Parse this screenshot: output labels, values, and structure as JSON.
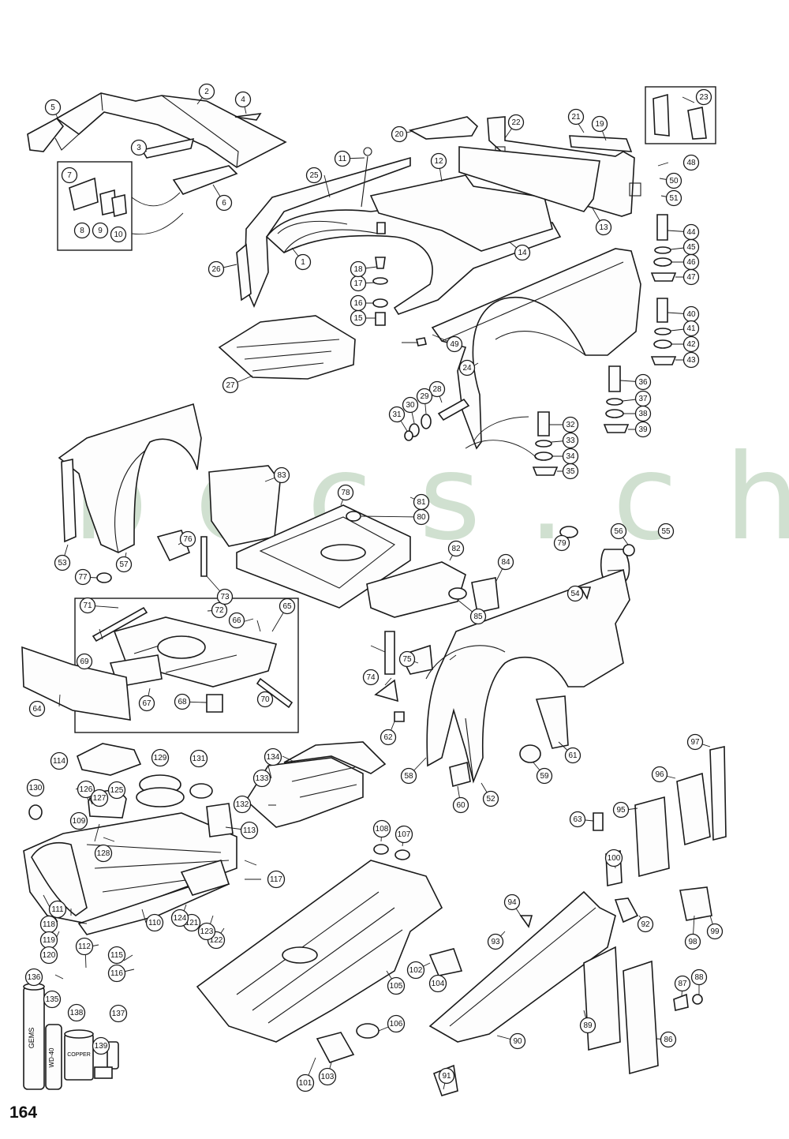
{
  "page": {
    "number": "164"
  },
  "watermark": {
    "text": "b c c s . c h",
    "color": "#6fa26f"
  },
  "callouts": [
    "1",
    "2",
    "3",
    "4",
    "5",
    "6",
    "7",
    "8",
    "9",
    "10",
    "11",
    "12",
    "13",
    "14",
    "15",
    "16",
    "17",
    "18",
    "19",
    "20",
    "21",
    "22",
    "23",
    "24",
    "25",
    "26",
    "27",
    "28",
    "29",
    "30",
    "31",
    "32",
    "33",
    "34",
    "35",
    "36",
    "37",
    "38",
    "39",
    "40",
    "41",
    "42",
    "43",
    "44",
    "45",
    "46",
    "47",
    "48",
    "49",
    "50",
    "51",
    "52",
    "53",
    "54",
    "55",
    "56",
    "57",
    "58",
    "59",
    "60",
    "61",
    "62",
    "63",
    "64",
    "65",
    "66",
    "67",
    "68",
    "69",
    "70",
    "71",
    "72",
    "73",
    "74",
    "75",
    "76",
    "77",
    "78",
    "79",
    "80",
    "81",
    "82",
    "83",
    "84",
    "85",
    "86",
    "87",
    "88",
    "89",
    "90",
    "91",
    "92",
    "93",
    "94",
    "95",
    "96",
    "97",
    "98",
    "99",
    "100",
    "101",
    "102",
    "103",
    "104",
    "105",
    "106",
    "107",
    "108",
    "109",
    "110",
    "111",
    "112",
    "113",
    "114",
    "115",
    "116",
    "117",
    "118",
    "119",
    "120",
    "121",
    "122",
    "123",
    "124",
    "125",
    "126",
    "127",
    "128",
    "129",
    "130",
    "131",
    "132",
    "133",
    "134",
    "135",
    "136",
    "137",
    "138",
    "139"
  ],
  "product_labels": {
    "spray_can": "GEMS",
    "bottle": "WD-40",
    "tin": "COPPER"
  }
}
